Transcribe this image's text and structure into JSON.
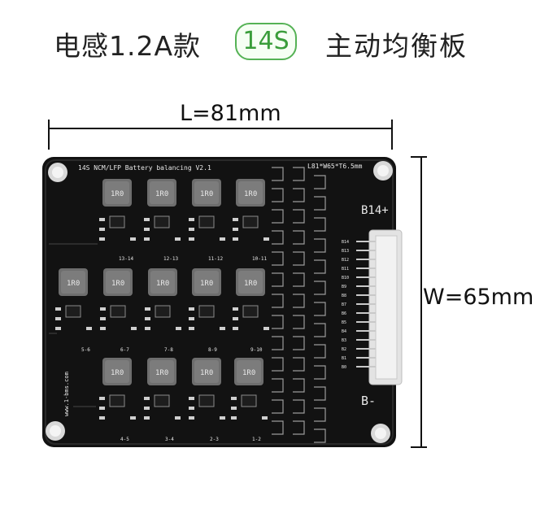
{
  "title": {
    "left": "电感1.2A款",
    "badge": "14S",
    "right": "主动均衡板"
  },
  "dimensions": {
    "length": "L=81mm",
    "width": "W=65mm"
  },
  "board": {
    "header": "14S NCM/LFP Battery balancing V2.1",
    "size_note": "L81*W65*T6.5mm",
    "pos_label": "B14+",
    "neg_label": "B-",
    "website": "www.1-bms.com",
    "inductor_marking": "1R0",
    "group_labels_row1": [
      "13-14",
      "12-13",
      "11-12",
      "10-11"
    ],
    "group_labels_row2": [
      "5-6",
      "6-7",
      "7-8",
      "8-9",
      "9-10"
    ],
    "group_labels_row3": [
      "4-5",
      "3-4",
      "2-3",
      "1-2"
    ],
    "pin_labels": [
      "B14",
      "B13",
      "B12",
      "B11",
      "B10",
      "B9",
      "B8",
      "B7",
      "B6",
      "B5",
      "B4",
      "B3",
      "B2",
      "B1",
      "B0"
    ]
  },
  "colors": {
    "pcb": "#121212",
    "inductor": "#6a6a6a",
    "badge_green": "#3a9d3a"
  }
}
